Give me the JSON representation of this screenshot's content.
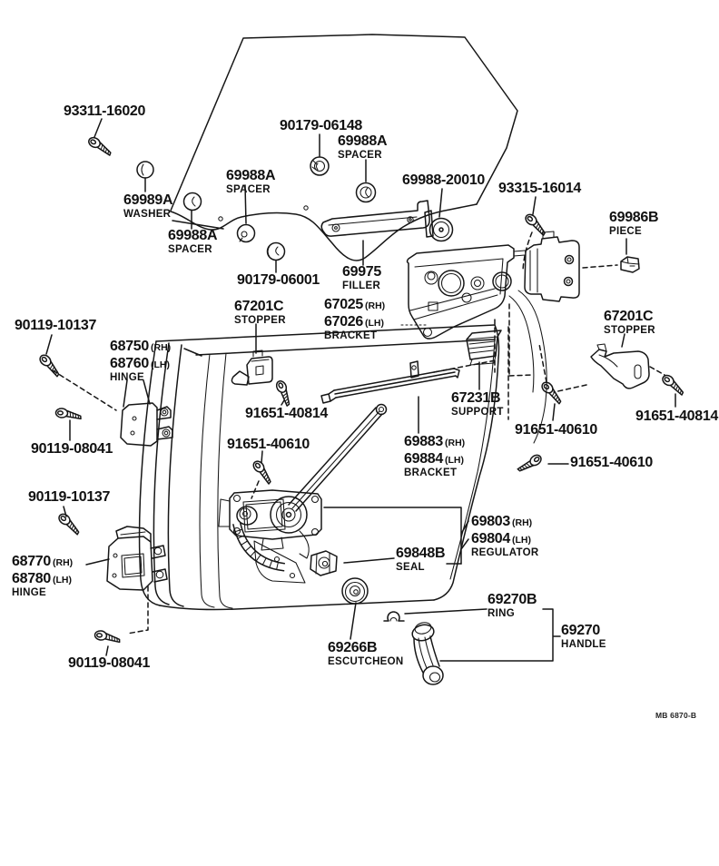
{
  "figure_code": "MB 6870-B",
  "colors": {
    "line": "#161616",
    "background": "#ffffff"
  },
  "parts": [
    {
      "code": "93311-16020"
    },
    {
      "code": "69989A",
      "name": "WASHER"
    },
    {
      "code": "69988A",
      "name": "SPACER"
    },
    {
      "code": "69988A",
      "name": "SPACER"
    },
    {
      "code": "90179-06148"
    },
    {
      "code": "69988A",
      "name": "SPACER"
    },
    {
      "code": "69988-20010"
    },
    {
      "code": "93315-16014"
    },
    {
      "code": "69986B",
      "name": "PIECE"
    },
    {
      "code": "90179-06001"
    },
    {
      "code": "69975",
      "name": "FILLER"
    },
    {
      "code": "67201C",
      "name": "STOPPER"
    },
    {
      "code": "67025",
      "suffix": "(RH)"
    },
    {
      "code": "67026",
      "suffix": "(LH)",
      "name": "BRACKET"
    },
    {
      "code": "90119-10137"
    },
    {
      "code": "68750",
      "suffix": "(RH)"
    },
    {
      "code": "68760",
      "suffix": "(LH)",
      "name": "HINGE"
    },
    {
      "code": "90119-08041"
    },
    {
      "code": "91651-40814"
    },
    {
      "code": "91651-40610"
    },
    {
      "code": "67231B",
      "name": "SUPPORT"
    },
    {
      "code": "69883",
      "suffix": "(RH)"
    },
    {
      "code": "69884",
      "suffix": "(LH)",
      "name": "BRACKET"
    },
    {
      "code": "91651-40610"
    },
    {
      "code": "67201C",
      "name": "STOPPER"
    },
    {
      "code": "91651-40814"
    },
    {
      "code": "91651-40610"
    },
    {
      "code": "90119-10137"
    },
    {
      "code": "68770",
      "suffix": "(RH)"
    },
    {
      "code": "68780",
      "suffix": "(LH)",
      "name": "HINGE"
    },
    {
      "code": "90119-08041"
    },
    {
      "code": "69803",
      "suffix": "(RH)"
    },
    {
      "code": "69804",
      "suffix": "(LH)",
      "name": "REGULATOR"
    },
    {
      "code": "69848B",
      "name": "SEAL"
    },
    {
      "code": "69270B",
      "name": "RING"
    },
    {
      "code": "69270",
      "name": "HANDLE"
    },
    {
      "code": "69266B",
      "name": "ESCUTCHEON"
    }
  ]
}
